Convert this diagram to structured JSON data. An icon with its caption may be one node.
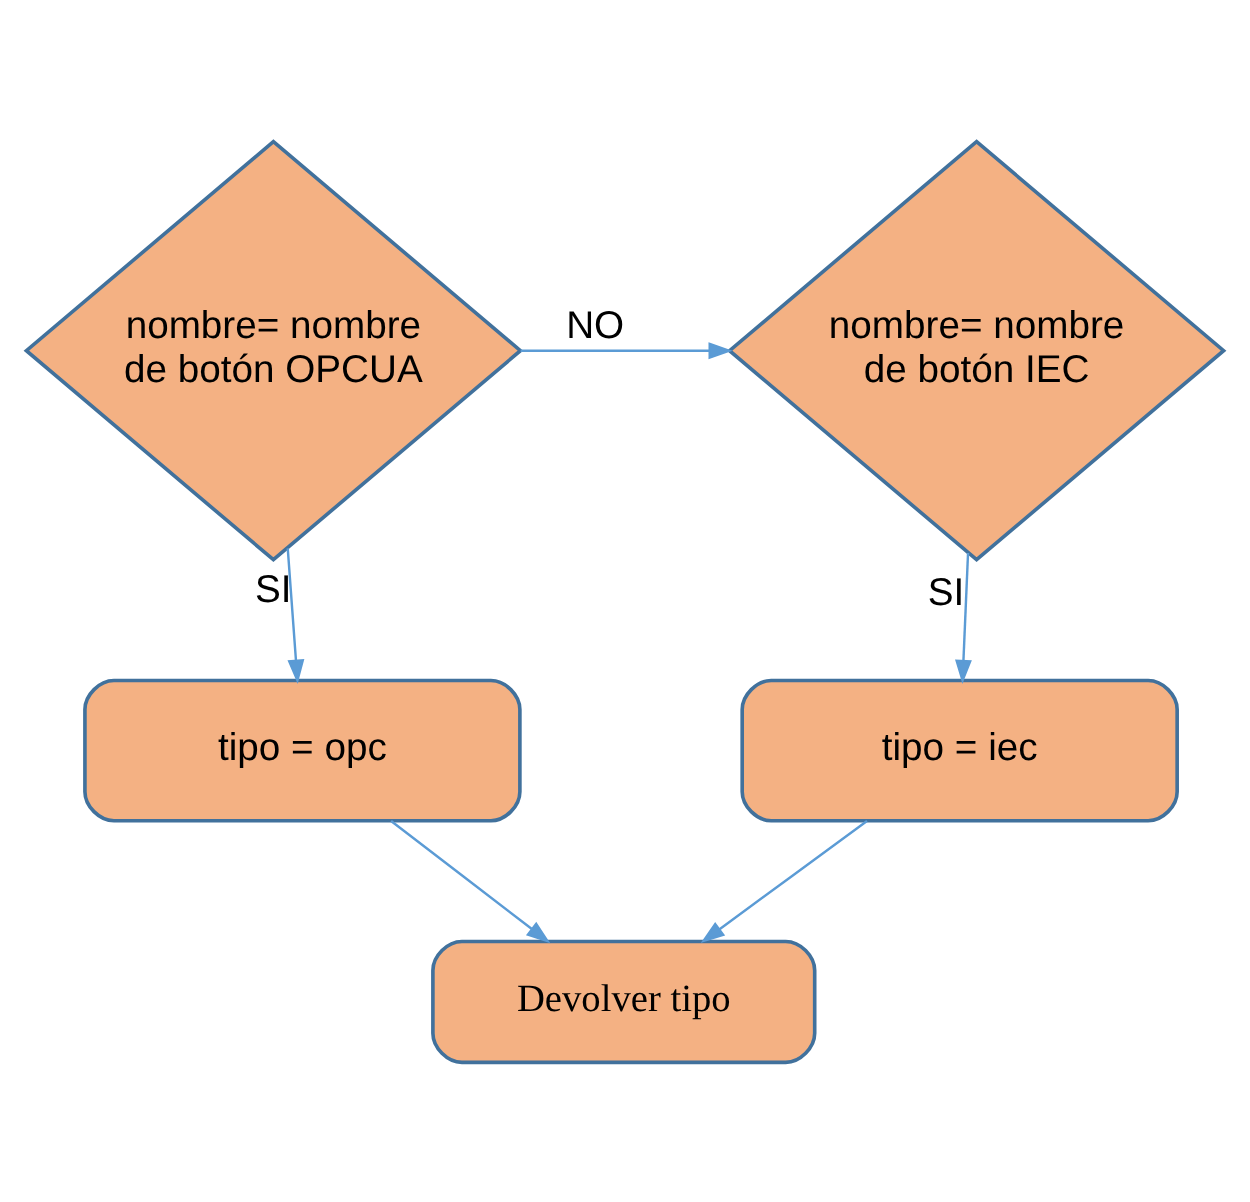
{
  "diagram": {
    "nodes": [
      {
        "text": [
          "nombre= nombre de botón OPCUA"
        ]
      },
      {
        "text": [
          "nombre= nombre de botón IEC"
        ]
      },
      {
        "text": [
          "tipo = opc"
        ]
      },
      {
        "text": [
          "tipo = iec"
        ]
      },
      {
        "text": [
          "Devolver tipo"
        ]
      }
    ],
    "edges": [
      {
        "from": 0,
        "to": 1,
        "arrow": "to",
        "label": "NO"
      },
      {
        "from": 0,
        "to": 2,
        "arrow": "to",
        "label": "SI"
      },
      {
        "from": 1,
        "to": 3,
        "arrow": "to",
        "label": "SI"
      },
      {
        "from": 2,
        "to": 4,
        "arrow": "to"
      },
      {
        "from": 3,
        "to": 4,
        "arrow": "to"
      }
    ]
  }
}
